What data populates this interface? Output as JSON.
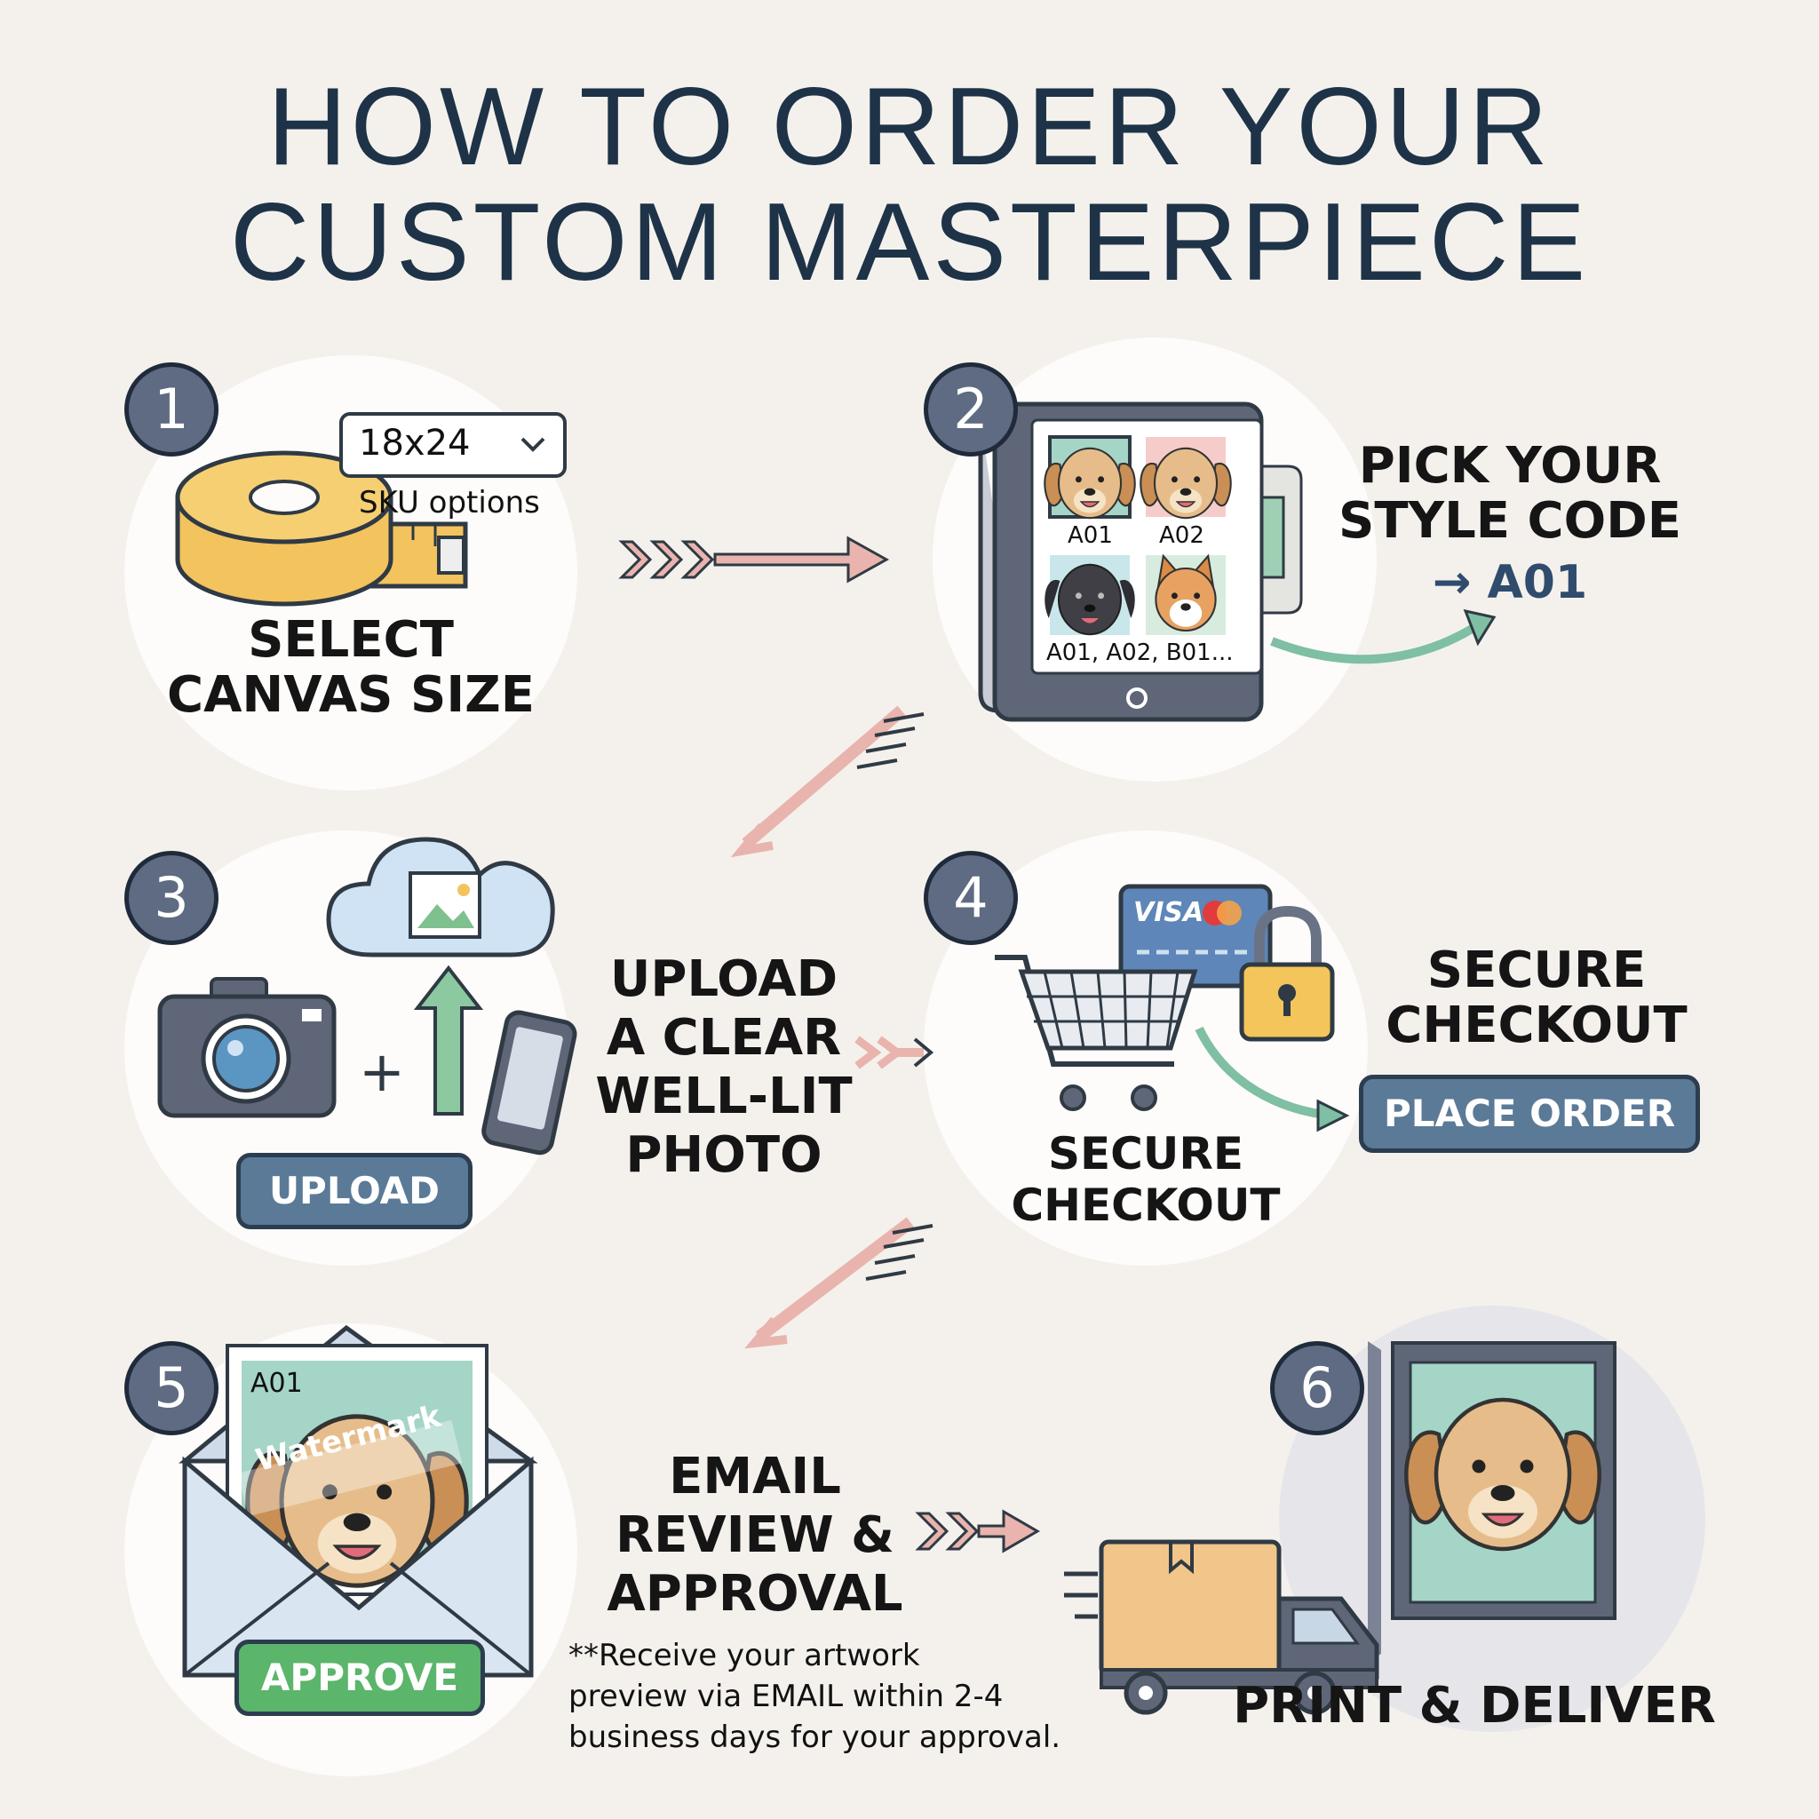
{
  "title_line1": "HOW TO ORDER YOUR",
  "title_line2": "CUSTOM MASTERPIECE",
  "step1": {
    "number": "1",
    "size_value": "18x24",
    "sku_label": "SKU options",
    "label_line1": "SELECT",
    "label_line2": "CANVAS SIZE"
  },
  "step2": {
    "number": "2",
    "codes": [
      "A01",
      "A02"
    ],
    "codes_more": "A01, A02, B01...",
    "label_line1": "PICK YOUR",
    "label_line2": "STYLE CODE",
    "arrow_code": "→ A01"
  },
  "step3": {
    "number": "3",
    "upload_button": "UPLOAD",
    "plus": "+",
    "label_lines": [
      "UPLOAD",
      "A CLEAR",
      "WELL-LIT",
      "PHOTO"
    ]
  },
  "step4": {
    "number": "4",
    "card_brand": "VISA",
    "label_line1": "SECURE",
    "label_line2": "CHECKOUT",
    "side_line1": "SECURE",
    "side_line2": "CHECKOUT",
    "place_order_button": "PLACE ORDER"
  },
  "step5": {
    "number": "5",
    "preview_code": "A01",
    "watermark": "Watermark",
    "approve_button": "APPROVE",
    "label_lines": [
      "EMAIL",
      "REVIEW &",
      "APPROVAL"
    ],
    "note_lines": [
      "**Receive your artwork",
      "preview via EMAIL within 2-4",
      "business days for your approval."
    ]
  },
  "step6": {
    "number": "6",
    "label": "PRINT & DELIVER"
  },
  "colors": {
    "title": "#1e3347",
    "badge": "#5e6b82",
    "button_blue": "#5b7a97",
    "button_green": "#5bb56b",
    "arrow_pink": "#e9b4ad",
    "arrow_green": "#7fbfa3"
  }
}
